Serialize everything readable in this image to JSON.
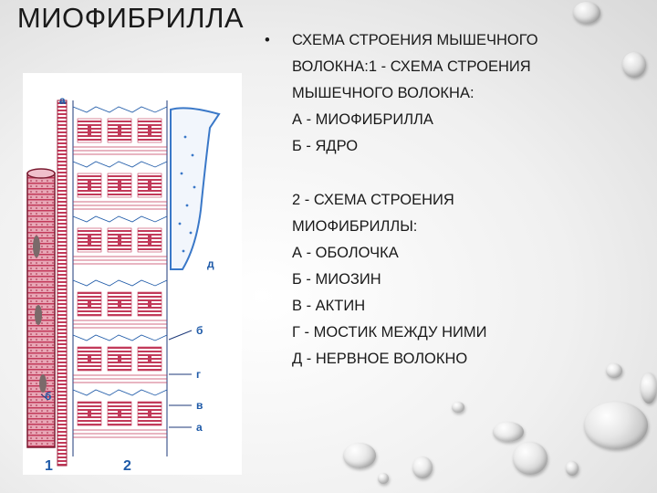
{
  "slide": {
    "title": "МИОФИБРИЛЛА"
  },
  "figure": {
    "labels": {
      "a_top": "а",
      "d": "д",
      "b_right": "б",
      "g": "г",
      "v": "в",
      "a_bottom": "а",
      "b_left": "б",
      "num1": "1",
      "num2": "2"
    },
    "colors": {
      "muscle": "#c23a5a",
      "outline": "#1e5aa8",
      "nerve": "#3a78c8"
    }
  },
  "content": {
    "bullet": "•",
    "line1": "СХЕМА СТРОЕНИЯ МЫШЕЧНОГО",
    "line2": "ВОЛОКНА:1 - СХЕМА СТРОЕНИЯ",
    "line3": "МЫШЕЧНОГО ВОЛОКНА:",
    "part1_items": [
      "А - МИОФИБРИЛЛА",
      "Б - ЯДРО"
    ],
    "part2_line1": "2 - СХЕМА СТРОЕНИЯ",
    "part2_line2": "МИОФИБРИЛЛЫ:",
    "part2_items": [
      "А - ОБОЛОЧКА",
      "Б - МИОЗИН",
      "В - АКТИН",
      "Г - МОСТИК МЕЖДУ НИМИ",
      "Д - НЕРВНОЕ ВОЛОКНО"
    ]
  }
}
